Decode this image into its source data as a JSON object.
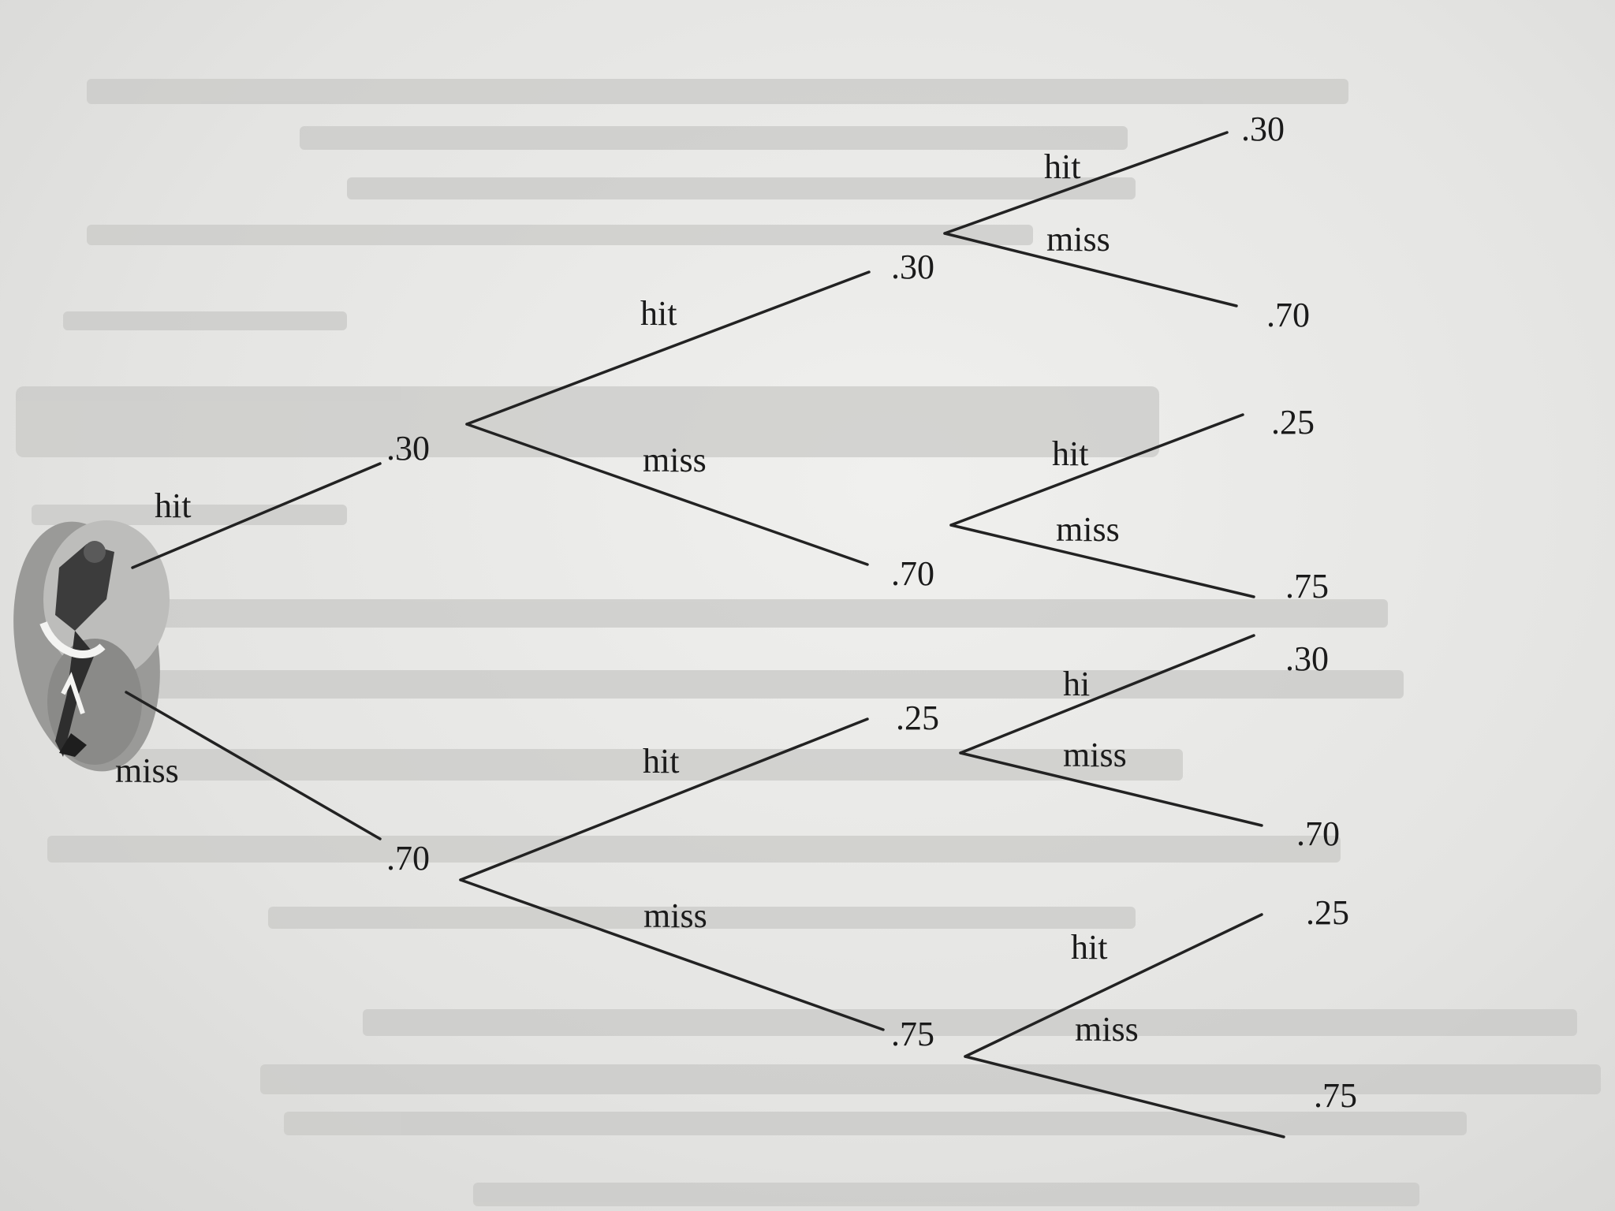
{
  "branch_labels": {
    "hit": "hit",
    "miss": "miss",
    "partial_hit": "hi"
  },
  "probabilities": {
    "level1": {
      "hit": ".30",
      "miss": ".70"
    },
    "level2": {
      "after_hit": {
        "hit": ".30",
        "miss": ".70"
      },
      "after_miss": {
        "hit": ".25",
        "miss": ".75"
      }
    },
    "level3": {
      "hh": {
        "hit": ".30",
        "miss": ".70"
      },
      "hm": {
        "hit": ".25",
        "miss": ".75"
      },
      "mh": {
        "hit": ".30",
        "miss": ".70"
      },
      "mm": {
        "hit": ".25",
        "miss": ".75"
      }
    }
  },
  "illustration": {
    "icon": "basketball-player-icon"
  },
  "colors": {
    "ink": "#222222",
    "paper": "#ececea",
    "bleed_through": "#c9c9c7"
  }
}
